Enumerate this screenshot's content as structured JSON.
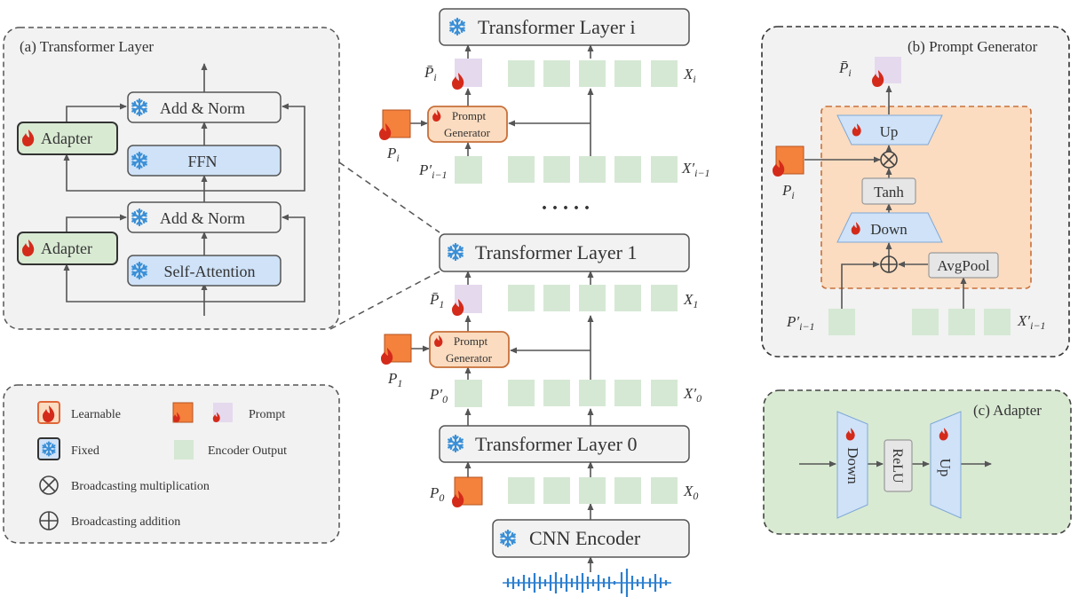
{
  "panel_a": {
    "title": "(a) Transformer Layer",
    "add_norm_top": "Add & Norm",
    "ffn": "FFN",
    "adapter_top": "Adapter",
    "add_norm_bottom": "Add & Norm",
    "self_attention": "Self-Attention",
    "adapter_bottom": "Adapter"
  },
  "panel_b": {
    "title": "(b) Prompt Generator",
    "up": "Up",
    "tanh": "Tanh",
    "down": "Down",
    "avgpool": "AvgPool",
    "p_bar_i": "P̄",
    "p_bar_i_sub": "i",
    "p_i": "P",
    "p_i_sub": "i",
    "p_prev": "P′",
    "p_prev_sub": "i−1",
    "x_prev": "X′",
    "x_prev_sub": "i−1"
  },
  "panel_c": {
    "title": "(c) Adapter",
    "down": "Down",
    "relu": "ReLU",
    "up": "Up"
  },
  "center": {
    "layer_i": "Transformer Layer i",
    "layer_1": "Transformer Layer 1",
    "layer_0": "Transformer Layer 0",
    "cnn": "CNN Encoder",
    "prompt_gen_line1": "Prompt",
    "prompt_gen_line2": "Generator",
    "dots": ". . . . .",
    "labels": {
      "pbar_i": "P̄",
      "pbar_i_sub": "i",
      "x_i": "X",
      "x_i_sub": "i",
      "p_i": "P",
      "p_i_sub": "i",
      "pprev_i": "P′",
      "pprev_i_sub": "i−1",
      "xprev_i": "X′",
      "xprev_i_sub": "i−1",
      "pbar_1": "P̄",
      "pbar_1_sub": "1",
      "x_1": "X",
      "x_1_sub": "1",
      "p_1": "P",
      "p_1_sub": "1",
      "p0p": "P′",
      "p0p_sub": "0",
      "x0p": "X′",
      "x0p_sub": "0",
      "p_0": "P",
      "p_0_sub": "0",
      "x_0": "X",
      "x_0_sub": "0"
    }
  },
  "legend": {
    "learnable": "Learnable",
    "prompt": "Prompt",
    "fixed": "Fixed",
    "encoder_output": "Encoder Output",
    "broadcast_mult": "Broadcasting multiplication",
    "broadcast_add": "Broadcasting addition"
  },
  "colors": {
    "panel_gray": "#f2f2f2",
    "adapter_green": "#d9ead3",
    "encoder_green": "#d5e8d4",
    "fixed_blue": "#cfe2f8",
    "prompt_orange": "#f4813c",
    "prompt_purple": "#e5d9ee",
    "generator_peach": "#fbdcc0",
    "snowflake": "#3a8fd6",
    "flame": "#d42a1a"
  }
}
